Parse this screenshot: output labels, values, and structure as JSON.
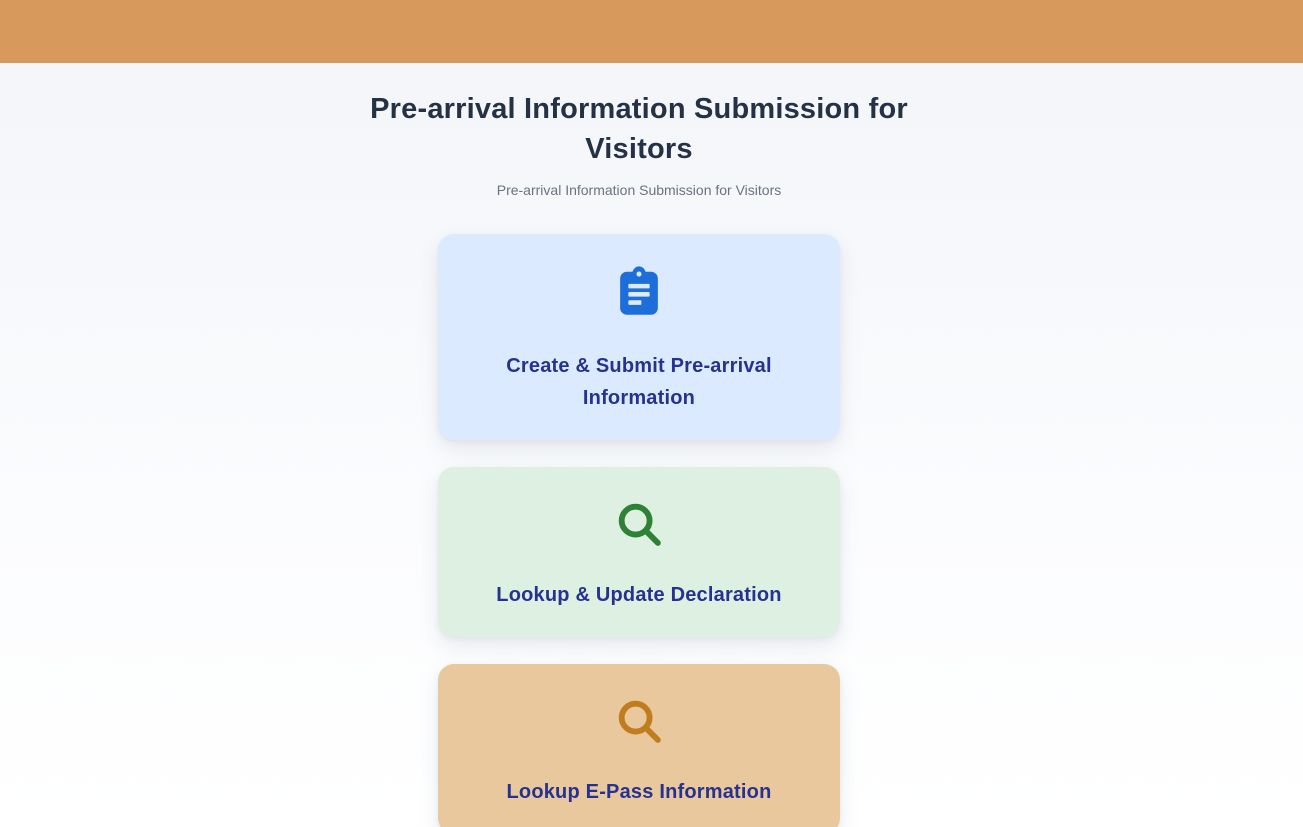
{
  "header": {
    "background_color": "#d8995c"
  },
  "page": {
    "title": "Pre-arrival Information Submission for Visitors",
    "subtitle": "Pre-arrival Information Submission for Visitors",
    "title_color": "#253246",
    "subtitle_color": "#6b7280"
  },
  "cards": [
    {
      "label": "Create & Submit Pre-arrival Information",
      "icon": "clipboard-icon",
      "background_color": "#dbeafe",
      "icon_color": "#1d6ed8",
      "text_color": "#26328f"
    },
    {
      "label": "Lookup & Update Declaration",
      "icon": "search-icon",
      "background_color": "#def0e1",
      "icon_color": "#2f8135",
      "text_color": "#26328f"
    },
    {
      "label": "Lookup E-Pass Information",
      "icon": "search-icon",
      "background_color": "#e9c89d",
      "icon_color": "#bf7d1e",
      "text_color": "#26328f"
    }
  ]
}
